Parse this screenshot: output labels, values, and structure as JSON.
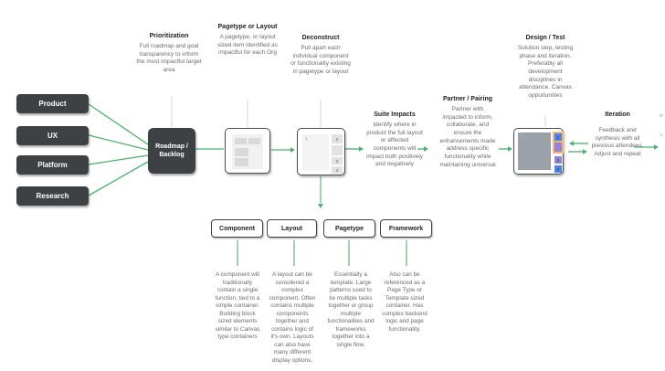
{
  "palette": {
    "flow_green": "#44b568",
    "light_green": "#9ad8ac",
    "dark_node": "#3e4144",
    "highlight_orange": "#f5b868",
    "cell_blue": "#4a84f4",
    "cell_purple": "#9183dc",
    "panel_gray": "#9ba1a8"
  },
  "sources": [
    {
      "label": "Product"
    },
    {
      "label": "UX"
    },
    {
      "label": "Platform"
    },
    {
      "label": "Research"
    }
  ],
  "hub": {
    "label": "Roadmap / Backlog"
  },
  "stages": [
    {
      "title": "Prioritization",
      "body": "Full roadmap and goal transparency to inform the most impactful target area"
    },
    {
      "title": "Pagetype or Layout",
      "body": "A pagetype, or layout sized item identified as impactful for each Org"
    },
    {
      "title": "Deconstruct",
      "body": "Pull apart each individual component or functionality existing in pagetype or layout"
    },
    {
      "title": "Suite Impacts",
      "body": "Identify where in product the full layout or affected components will impact both positively and negatively"
    },
    {
      "title": "Partner / Pairing",
      "body": "Partner with impacted to inform, collaborate, and ensure the enhancements made address specific functionality while maintaining universal"
    },
    {
      "title": "Design / Test",
      "body": "Solution step, testing phase and iteration. Preferably all development disciplines in attendance. Canvas oppurtunities"
    },
    {
      "title": "Iteration",
      "body": "Feedback and synthesis with all previous attendees. Adjust and repeat"
    }
  ],
  "wireframes": {
    "deconstruct_cells": [
      "1",
      "2",
      "3",
      "4"
    ],
    "design_cells": [
      "1",
      "2",
      "3",
      "4"
    ]
  },
  "categories": [
    {
      "label": "Component",
      "description": "A component will traditionally contain a single function, tied to a simple container. Building block sized elements similar to Canvas type containers"
    },
    {
      "label": "Layout",
      "description": "A layout can be considered a complex component. Often contains multiple components together and contains logic of it's own. Layouts can also have many different display options."
    },
    {
      "label": "Pagetype",
      "description": "Essentially a template. Large patterns used to tie multiple tasks together or group multiple functionalities and frameworks together into a single flow."
    },
    {
      "label": "Framework",
      "description": "Also can be referenced as a Page Type or Template sized container. Has complex backend logic and page functionality."
    }
  ],
  "offscreen_fragments": {
    "top": "w",
    "mid": "v"
  }
}
